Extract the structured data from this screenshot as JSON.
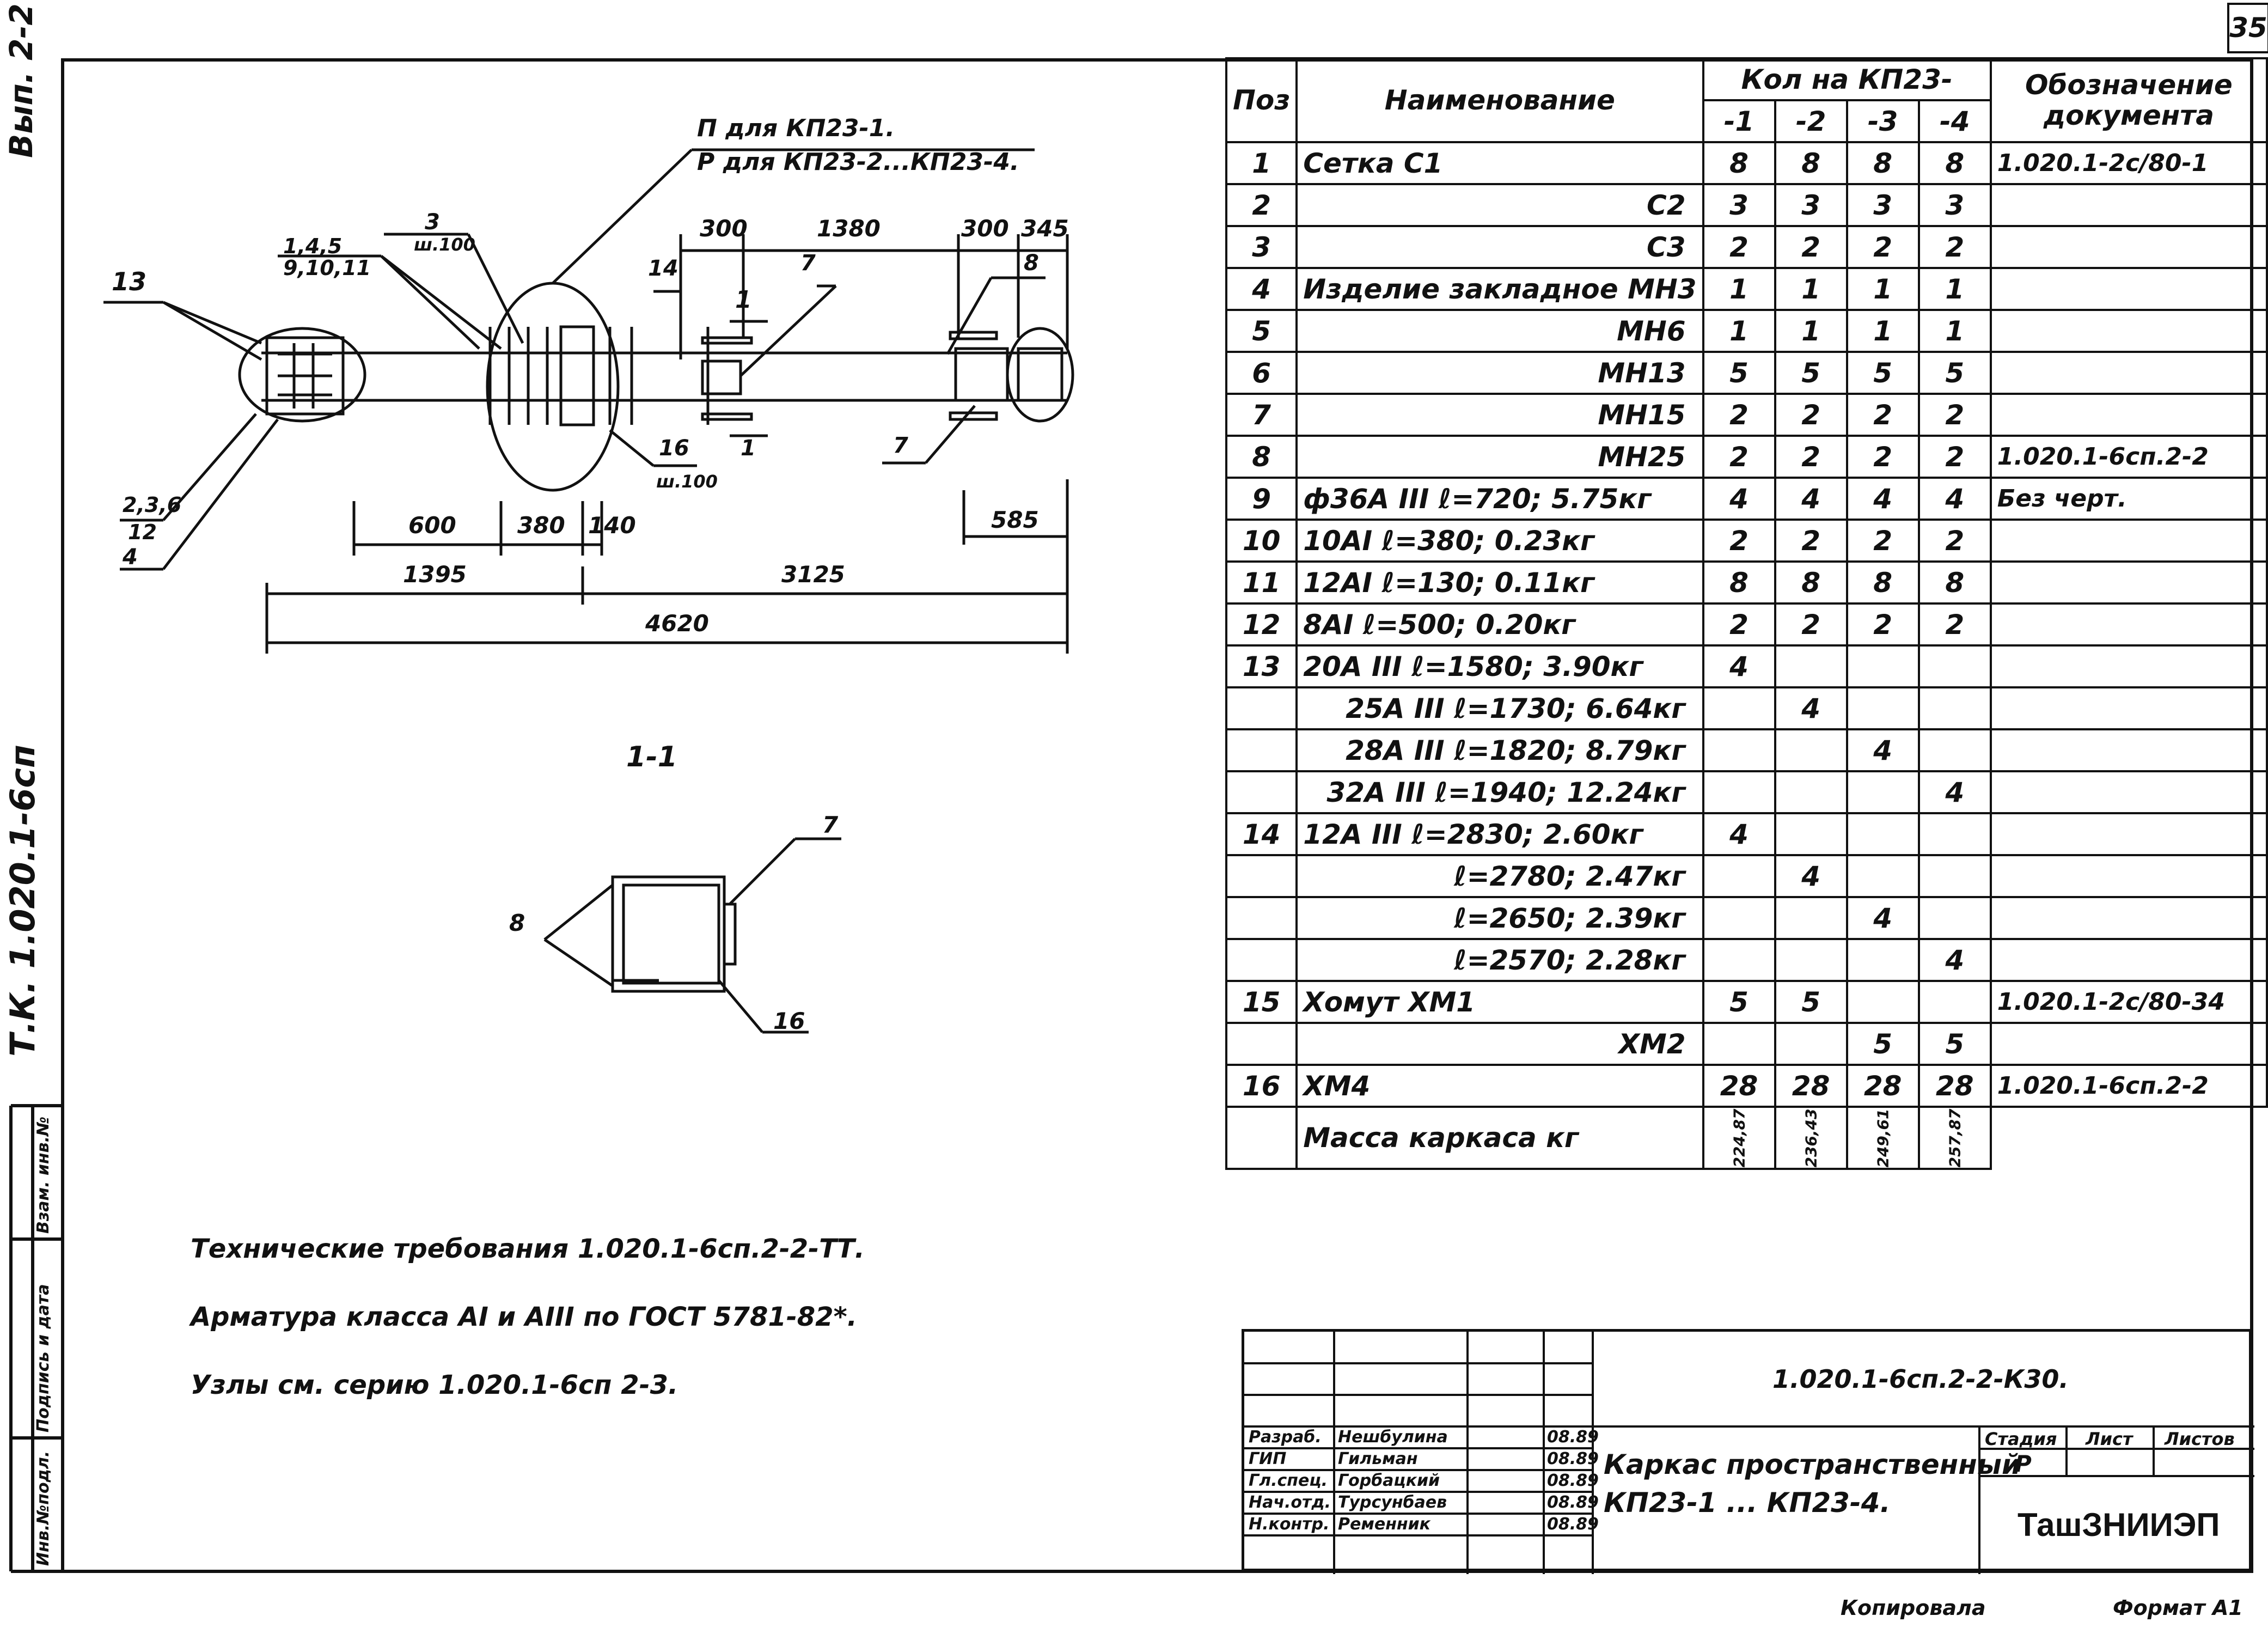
{
  "page_number": "35",
  "margin": {
    "vyp": "Вып. 2-2",
    "tk": "Т.К. 1.020.1-6сп",
    "stamp_labels": [
      "Инв.№подл.",
      "Подпись и дата",
      "Взам. инв.№"
    ]
  },
  "plan": {
    "callout_p": "П для КП23-1.",
    "callout_r": "Р для КП23-2...КП23-4.",
    "dims_top": [
      "300",
      "1380",
      "300",
      "345"
    ],
    "dims_bottom": [
      "600",
      "380",
      "140",
      "585"
    ],
    "dims_total": [
      "1395",
      "3125",
      "4620"
    ],
    "sect_label": "1",
    "pos_labels": [
      "13",
      "1,4,5",
      "9,10,11",
      "3",
      "ш.100",
      "14",
      "7",
      "8",
      "2,3,6",
      "12",
      "4",
      "16",
      "ш.100",
      "7",
      "1"
    ]
  },
  "section": {
    "title": "1-1",
    "labels": [
      "7",
      "8",
      "16"
    ]
  },
  "spec": {
    "headers": {
      "pos": "Поз",
      "name": "Наименование",
      "qty": "Кол на КП23-",
      "qty_cols": [
        "-1",
        "-2",
        "-3",
        "-4"
      ],
      "doc": "Обозначение документа"
    },
    "rows": [
      {
        "pos": "1",
        "name": "Сетка С1",
        "q": [
          "8",
          "8",
          "8",
          "8"
        ],
        "doc": "1.020.1-2с/80-1"
      },
      {
        "pos": "2",
        "name": "С2",
        "q": [
          "3",
          "3",
          "3",
          "3"
        ],
        "doc": ""
      },
      {
        "pos": "3",
        "name": "С3",
        "q": [
          "2",
          "2",
          "2",
          "2"
        ],
        "doc": ""
      },
      {
        "pos": "4",
        "name": "Изделие закладное МН3",
        "q": [
          "1",
          "1",
          "1",
          "1"
        ],
        "doc": ""
      },
      {
        "pos": "5",
        "name": "МН6",
        "q": [
          "1",
          "1",
          "1",
          "1"
        ],
        "doc": ""
      },
      {
        "pos": "6",
        "name": "МН13",
        "q": [
          "5",
          "5",
          "5",
          "5"
        ],
        "doc": ""
      },
      {
        "pos": "7",
        "name": "МН15",
        "q": [
          "2",
          "2",
          "2",
          "2"
        ],
        "doc": ""
      },
      {
        "pos": "8",
        "name": "МН25",
        "q": [
          "2",
          "2",
          "2",
          "2"
        ],
        "doc": "1.020.1-6сп.2-2"
      },
      {
        "pos": "9",
        "name": "ф36А III ℓ=720; 5.75кг",
        "q": [
          "4",
          "4",
          "4",
          "4"
        ],
        "doc": "Без черт."
      },
      {
        "pos": "10",
        "name": "10АI ℓ=380; 0.23кг",
        "q": [
          "2",
          "2",
          "2",
          "2"
        ],
        "doc": ""
      },
      {
        "pos": "11",
        "name": "12АI ℓ=130; 0.11кг",
        "q": [
          "8",
          "8",
          "8",
          "8"
        ],
        "doc": ""
      },
      {
        "pos": "12",
        "name": "8АI ℓ=500; 0.20кг",
        "q": [
          "2",
          "2",
          "2",
          "2"
        ],
        "doc": ""
      },
      {
        "pos": "13",
        "name": "20А III ℓ=1580; 3.90кг",
        "q": [
          "4",
          "",
          "",
          ""
        ],
        "doc": ""
      },
      {
        "pos": "",
        "name": "25А III ℓ=1730; 6.64кг",
        "q": [
          "",
          "4",
          "",
          ""
        ],
        "doc": ""
      },
      {
        "pos": "",
        "name": "28А III ℓ=1820; 8.79кг",
        "q": [
          "",
          "",
          "4",
          ""
        ],
        "doc": ""
      },
      {
        "pos": "",
        "name": "32А III ℓ=1940; 12.24кг",
        "q": [
          "",
          "",
          "",
          "4"
        ],
        "doc": ""
      },
      {
        "pos": "14",
        "name": "12А III ℓ=2830; 2.60кг",
        "q": [
          "4",
          "",
          "",
          ""
        ],
        "doc": ""
      },
      {
        "pos": "",
        "name": "ℓ=2780; 2.47кг",
        "q": [
          "",
          "4",
          "",
          ""
        ],
        "doc": ""
      },
      {
        "pos": "",
        "name": "ℓ=2650; 2.39кг",
        "q": [
          "",
          "",
          "4",
          ""
        ],
        "doc": ""
      },
      {
        "pos": "",
        "name": "ℓ=2570; 2.28кг",
        "q": [
          "",
          "",
          "",
          "4"
        ],
        "doc": ""
      },
      {
        "pos": "15",
        "name": "Хомут ХМ1",
        "q": [
          "5",
          "5",
          "",
          ""
        ],
        "doc": "1.020.1-2с/80-34"
      },
      {
        "pos": "",
        "name": "ХМ2",
        "q": [
          "",
          "",
          "5",
          "5"
        ],
        "doc": ""
      },
      {
        "pos": "16",
        "name": "ХМ4",
        "q": [
          "28",
          "28",
          "28",
          "28"
        ],
        "doc": "1.020.1-6сп.2-2"
      }
    ],
    "mass_label": "Масса каркаса кг",
    "mass": [
      "224,87",
      "236,43",
      "249,61",
      "257,87"
    ]
  },
  "notes": [
    "Технические требования 1.020.1-6сп.2-2-ТТ.",
    "Арматура класса АI и АIII по ГОСТ 5781-82*.",
    "Узлы см. серию 1.020.1-6сп 2-3."
  ],
  "titleblock": {
    "code": "1.020.1-6сп.2-2-К30.",
    "title_line1": "Каркас пространственный",
    "title_line2": "КП23-1 ... КП23-4.",
    "stage_h": "Стадия",
    "sheet_h": "Лист",
    "sheets_h": "Листов",
    "stage": "Р",
    "org": "ТашЗНИИЭП",
    "people": [
      {
        "role": "Разраб.",
        "name": "Нешбулина",
        "date": "08.89"
      },
      {
        "role": "ГИП",
        "name": "Гильман",
        "date": "08.89"
      },
      {
        "role": "Гл.спец.",
        "name": "Горбацкий",
        "date": "08.89"
      },
      {
        "role": "Нач.отд.",
        "name": "Турсунбаев",
        "date": "08.89"
      },
      {
        "role": "Н.контр.",
        "name": "Ременник",
        "date": "08.89"
      }
    ]
  },
  "footer": {
    "copied": "Копировала",
    "format": "Формат А1"
  }
}
